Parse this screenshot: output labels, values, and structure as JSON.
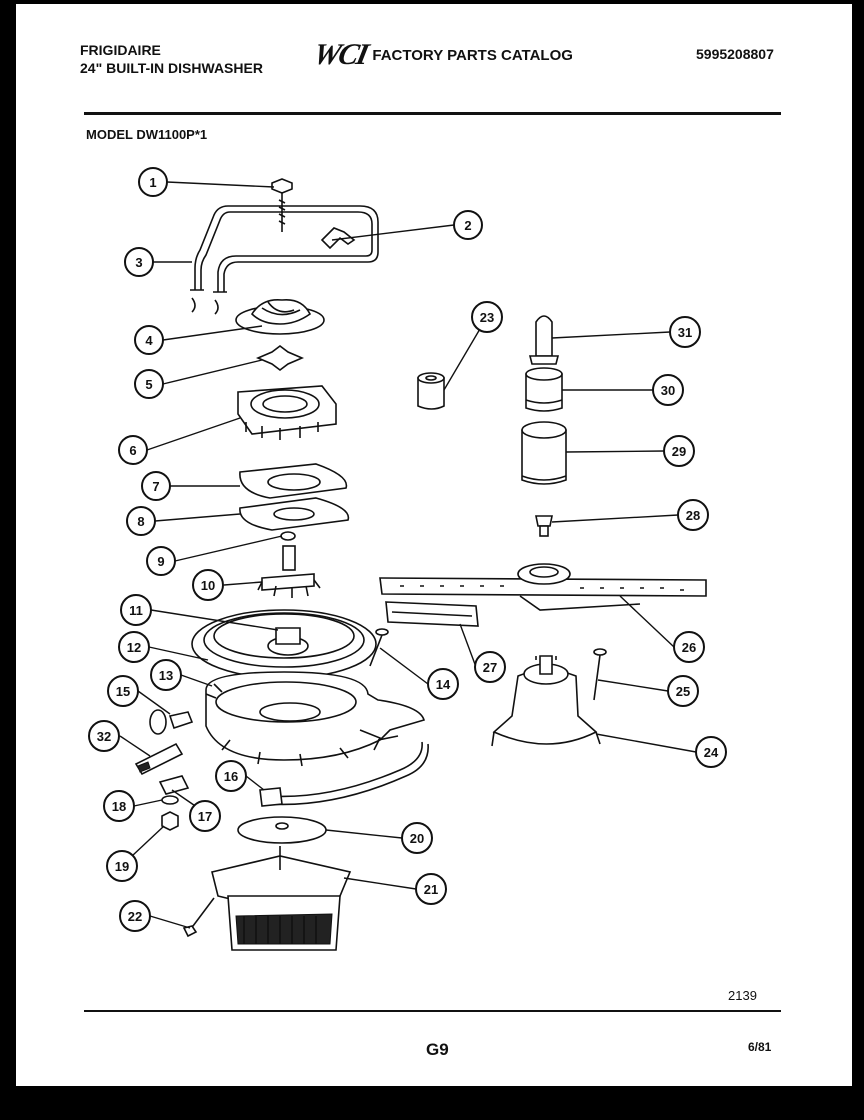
{
  "header": {
    "brand": "FRIGIDAIRE",
    "product": "24\" BUILT-IN DISHWASHER",
    "logo_text": "WCI",
    "catalog_title": "FACTORY PARTS CATALOG",
    "catalog_number": "5995208807",
    "model": "MODEL DW1100P*1"
  },
  "diagram": {
    "callouts": [
      "1",
      "2",
      "3",
      "4",
      "5",
      "6",
      "7",
      "8",
      "9",
      "10",
      "11",
      "12",
      "13",
      "14",
      "15",
      "16",
      "17",
      "18",
      "19",
      "20",
      "21",
      "22",
      "23",
      "24",
      "25",
      "26",
      "27",
      "28",
      "29",
      "30",
      "31",
      "32"
    ],
    "drawing_code": "2139"
  },
  "footer": {
    "page_code": "G9",
    "date": "6/81"
  }
}
